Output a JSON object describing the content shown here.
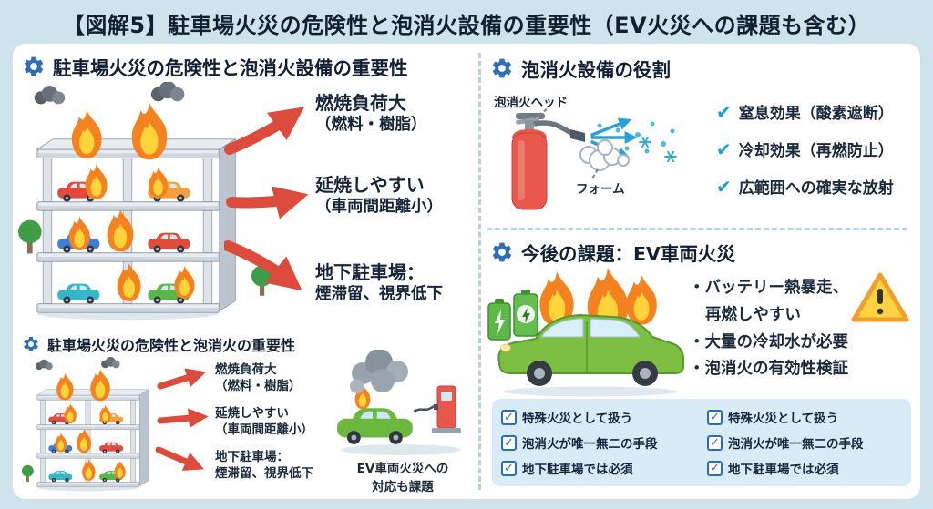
{
  "page": {
    "title": "【図解5】駐車場火災の危険性と泡消火設備の重要性（EV火災への課題も含む）"
  },
  "left_panel": {
    "header": "駐車場火災の危険性と泡消火設備の重要性",
    "points": [
      {
        "line1": "燃焼負荷大",
        "line2": "（燃料・樹脂）"
      },
      {
        "line1": "延焼しやすい",
        "line2": "（車両間距離小）"
      },
      {
        "line1": "地下駐車場：",
        "line2": "煙滞留、視界低下"
      }
    ],
    "sub_header": "駐車場火災の危険性と泡消火の重要性",
    "sub_points": [
      {
        "line1": "燃焼負荷大",
        "line2": "（燃料・樹脂）"
      },
      {
        "line1": "延焼しやすい",
        "line2": "（車両間距離小）"
      },
      {
        "line1": "地下駐車場：",
        "line2": "煙滞留、視界低下"
      }
    ],
    "ev_caption": {
      "line1": "EV車両火災への",
      "line2": "対応も課題"
    }
  },
  "foam_panel": {
    "header": "泡消火設備の役割",
    "head_label": "泡消火ヘッド",
    "foam_label": "フォーム",
    "checks": [
      "窒息効果（酸素遮断）",
      "冷却効果（再燃防止）",
      "広範囲への確実な放射"
    ]
  },
  "ev_panel": {
    "header": "今後の課題：EV車両火災",
    "bullets": [
      "・バッテリー熱暴走、",
      "再燃しやすい",
      "・大量の冷却水が必要",
      "・泡消火の有効性検証"
    ],
    "checklist": {
      "left": [
        "特殊火災として扱う",
        "泡消火が唯一無二の手段",
        "地下駐車場では必須"
      ],
      "right": [
        "特殊火災として扱う",
        "泡消火が唯一無二の手段",
        "地下駐車場では必須"
      ]
    }
  },
  "icons": {
    "gear": "gear",
    "check_mark": "✔",
    "checkbox_check": "✓",
    "warning_mark": "!"
  },
  "colors": {
    "page_bg": "#cfe3ed",
    "card_bg": "#ffffff",
    "title_text": "#121f33",
    "gear_blue": "#2e6fb5",
    "arrow_red": "#dc4b3c",
    "check_teal": "#12a3c9",
    "checkbox_blue": "#2a6db8",
    "flame_orange": "#f58220",
    "flame_yellow": "#ffd43b",
    "ev_green": "#7cbf43",
    "extinguisher_red": "#e8584c",
    "spray_blue": "#2d9fd8",
    "warning_yellow": "#ffd23f",
    "warning_border": "#ef9f2e",
    "checklist_bg": "#d9ebf6",
    "divider_blue": "#b5d2e2"
  }
}
